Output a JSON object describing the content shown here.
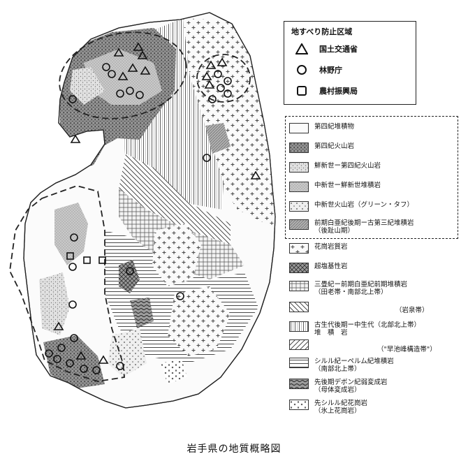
{
  "caption": "岩手県の地質概略図",
  "prevention_legend": {
    "title": "地すべり防止区域",
    "items": [
      {
        "symbol": "triangle",
        "label": "国土交通省"
      },
      {
        "symbol": "circle",
        "label": "林野庁"
      },
      {
        "symbol": "square",
        "label": "農村振興局"
      }
    ]
  },
  "geology_legend": [
    {
      "pattern": "pat-quat-sed",
      "label": "第四紀堆積物"
    },
    {
      "pattern": "pat-quat-volc",
      "label": "第四紀火山岩"
    },
    {
      "pattern": "pat-plio",
      "label": "鮮新世ー第四紀火山岩"
    },
    {
      "pattern": "pat-mio-sed",
      "label": "中新世ー鮮新世堆積岩"
    },
    {
      "pattern": "pat-green",
      "label": "中新世火山岩（グリーン・タフ）"
    },
    {
      "pattern": "pat-ohu",
      "label": "前期白亜紀後期ー古第三紀堆積岩\n（後趾山期）"
    },
    {
      "pattern": "pat-granite",
      "label": "花崗岩質岩"
    },
    {
      "pattern": "pat-ultra",
      "label": "超塩基性岩"
    },
    {
      "pattern": "pat-tri",
      "label": "三畳紀ー前期白亜紀前期堆積岩\n（田老帯・南部北上帯）"
    },
    {
      "pattern": "pat-iwaizumi",
      "label": ""
    },
    {
      "pattern": "pat-paleo",
      "label": "古生代後期ー中生代（北部北上帯）\n堆　積　岩"
    },
    {
      "pattern": "pat-hayachine",
      "label": ""
    },
    {
      "pattern": "pat-silur",
      "label": "シルル紀ーペルム紀堆積岩\n（南部北上帯）"
    },
    {
      "pattern": "pat-devon",
      "label": "先後期デボン紀弱変成岩\n（母体変成岩）"
    },
    {
      "pattern": "pat-presil",
      "label": "先シルル紀花崗岩\n（氷上花崗岩）"
    }
  ],
  "notes": {
    "iwaizumi": "（岩泉帯）",
    "hayachine": "（\"早池峰構造帯\"）"
  }
}
